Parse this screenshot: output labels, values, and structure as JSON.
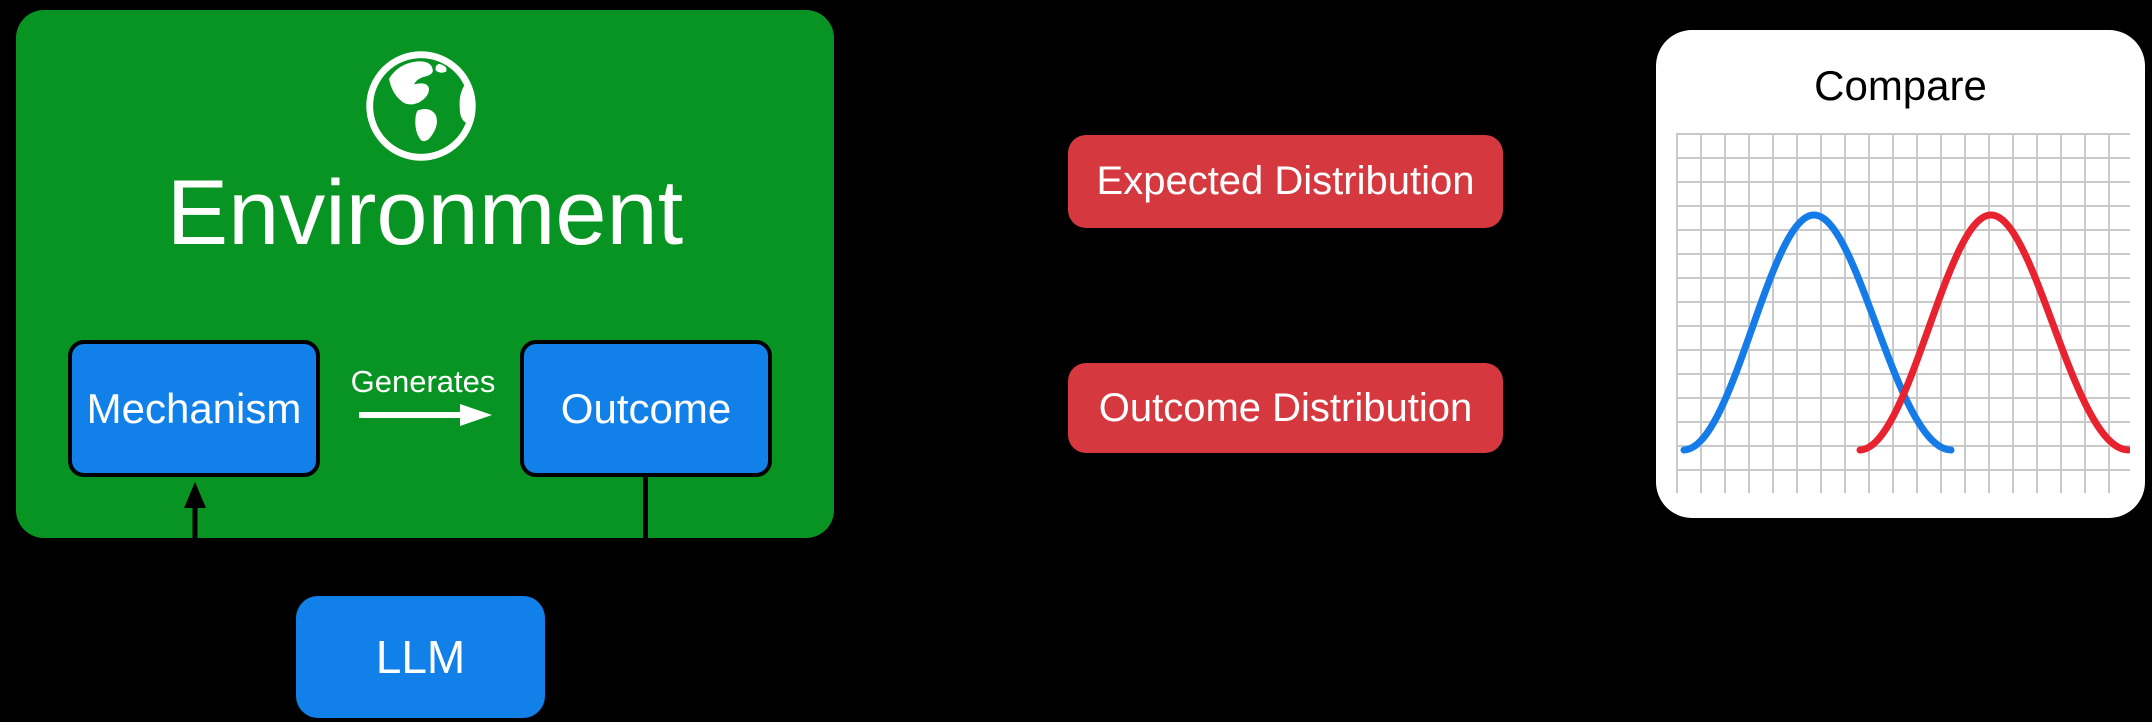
{
  "canvas": {
    "background": "#000000"
  },
  "environment": {
    "title": "Environment",
    "background": "#089422",
    "globe_icon": "globe-icon",
    "nodes": {
      "mechanism_label": "Mechanism",
      "outcome_label": "Outcome",
      "node_color": "#1180e8"
    },
    "generates": {
      "label": "Generates",
      "arrow_color": "#ffffff"
    }
  },
  "llm": {
    "label": "LLM",
    "background": "#1180e8"
  },
  "connectors": {
    "llm_to_mechanism": "black-up-arrow",
    "outcome_down_line": "black-line",
    "color": "#000000"
  },
  "distributions": {
    "expected_label": "Expected Distribution",
    "outcome_label": "Outcome Distribution",
    "background": "#d5393f"
  },
  "compare": {
    "title": "Compare",
    "background": "#ffffff",
    "grid_color": "#c9c9c9",
    "chart_data": {
      "type": "line",
      "description": "two overlapping bell curves on square grid",
      "series": [
        {
          "name": "expected",
          "color": "#147be8",
          "peak_x_fraction": 0.29,
          "span_x_fraction": [
            0.02,
            0.61
          ]
        },
        {
          "name": "outcome",
          "color": "#e8222e",
          "peak_x_fraction": 0.68,
          "span_x_fraction": [
            0.4,
            0.99
          ]
        }
      ],
      "legend": "none",
      "axes": "none"
    }
  }
}
